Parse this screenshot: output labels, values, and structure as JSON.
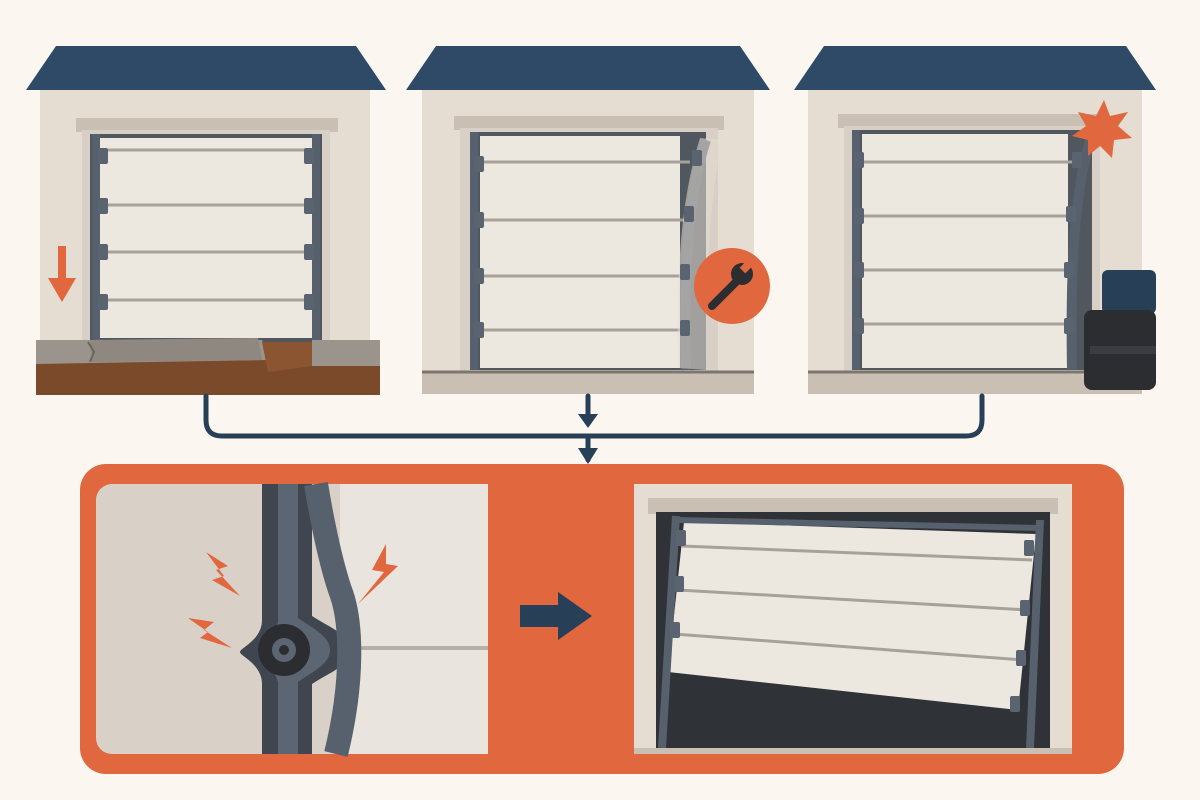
{
  "palette": {
    "background": "#fbf7f0",
    "roof": "#2e4a66",
    "wall": "#e6ddd2",
    "wall_trim": "#c9bfb3",
    "door_panel": "#ece7df",
    "door_line": "#a7a19b",
    "track": "#56616d",
    "track_dark": "#3f4650",
    "accent": "#e0673e",
    "dark": "#2b2d31",
    "navy": "#283f58",
    "soil": "#7b4a2a",
    "concrete": "#9b948c"
  },
  "panels": [
    {
      "id": "settling-foundation",
      "icons": [
        "down-arrow-icon"
      ]
    },
    {
      "id": "bent-track",
      "icons": [
        "wrench-icon"
      ]
    },
    {
      "id": "impact-damage",
      "icons": [
        "burst-icon",
        "vehicle-bumper-icon"
      ]
    }
  ],
  "result": {
    "icons": [
      "lightning-icon",
      "right-arrow-icon"
    ]
  }
}
